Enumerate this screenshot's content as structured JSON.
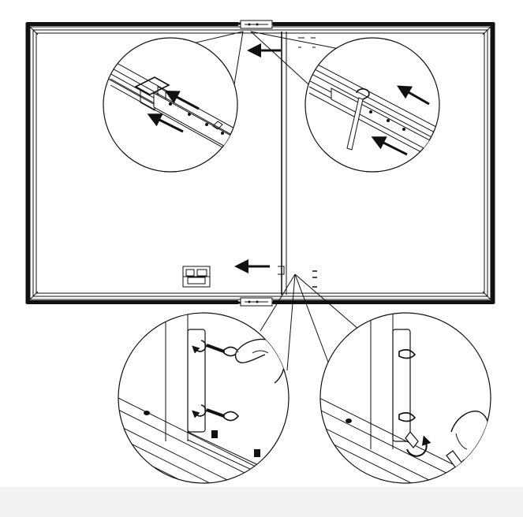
{
  "diagram": {
    "description_free": true,
    "colors": {
      "ink": "#111111",
      "paper": "#ffffff",
      "band": "#f2f2f2"
    },
    "callouts": [
      {
        "id": "top-left",
        "icon": "joint-connector-detail"
      },
      {
        "id": "top-right",
        "icon": "hex-key-tightening-detail"
      },
      {
        "id": "bottom-left",
        "icon": "thumb-screw-insert-detail"
      },
      {
        "id": "bottom-right",
        "icon": "thumb-screw-tighten-detail"
      }
    ],
    "arrows": [
      {
        "id": "arrow-top",
        "direction": "left"
      },
      {
        "id": "arrow-bottom",
        "direction": "left"
      }
    ]
  }
}
